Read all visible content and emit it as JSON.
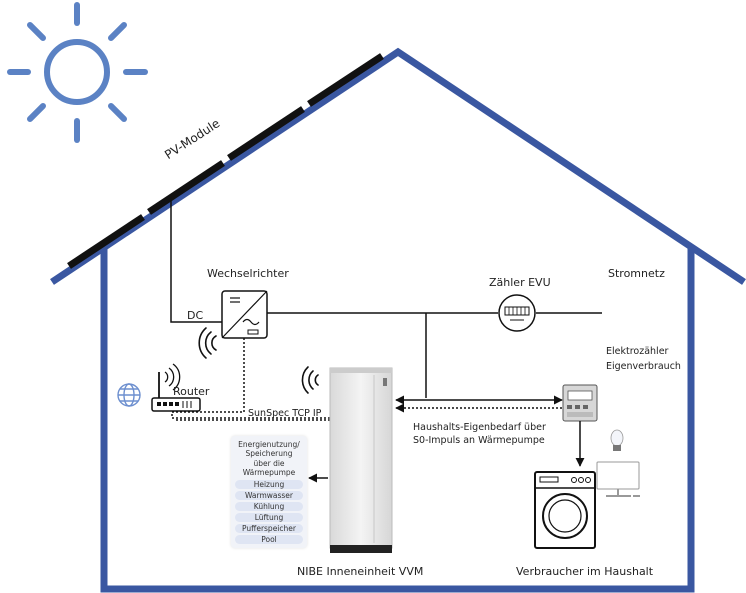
{
  "labels": {
    "pv_module": "PV-Module",
    "inverter": "Wechselrichter",
    "dc": "DC",
    "meter_evu": "Zähler EVU",
    "grid": "Stromnetz",
    "submeter_line1": "Elektrozähler",
    "submeter_line2": "Eigenverbrauch",
    "router": "Router",
    "sunspec": "SunSpec TCP IP",
    "s0_line1": "Haushalts-Eigenbedarf über",
    "s0_line2": "S0-Impuls an Wärmepumpe",
    "indoor_unit": "NIBE Inneneinheit VVM",
    "consumers": "Verbraucher im Haushalt"
  },
  "usage_box": {
    "title": "Energienutzung/\nSpeicherung\nüber die\nWärmepumpe",
    "items": [
      "Heizung",
      "Warmwasser",
      "Kühlung",
      "Lüftung",
      "Pufferspeicher",
      "Pool"
    ]
  },
  "colors": {
    "house": "#3a57a1",
    "sun": "#5b82c4",
    "panel": "#111111",
    "line": "#111111"
  },
  "icons": {
    "sun": "sun-icon",
    "globe": "globe-icon",
    "wifi": "wifi-icon",
    "lamp": "light-bulb-icon",
    "monitor": "monitor-icon",
    "washer": "washing-machine-icon"
  }
}
